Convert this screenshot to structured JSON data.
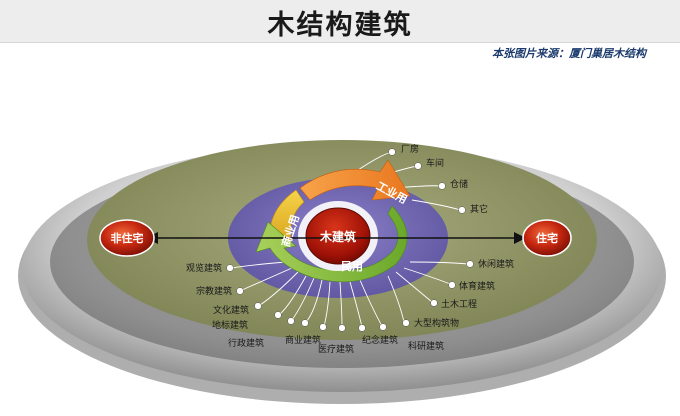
{
  "header": {
    "title": "木结构建筑",
    "source": "本张图片来源：厦门巢居木结构"
  },
  "diagram": {
    "center": "木建筑",
    "categories": {
      "commercial": "商业用",
      "industrial": "工业用",
      "civil": "民用"
    },
    "left_node": "非住宅",
    "right_node": "住宅",
    "industrial_items": [
      "厂房",
      "车间",
      "仓储",
      "其它"
    ],
    "civil_right_items": [
      "休闲建筑",
      "体育建筑",
      "土木工程",
      "大型构筑物"
    ],
    "bottom_items": [
      "观览建筑",
      "宗教建筑",
      "文化建筑",
      "地标建筑",
      "行政建筑",
      "商业建筑",
      "医疗建筑",
      "纪念建筑",
      "科研建筑"
    ]
  }
}
